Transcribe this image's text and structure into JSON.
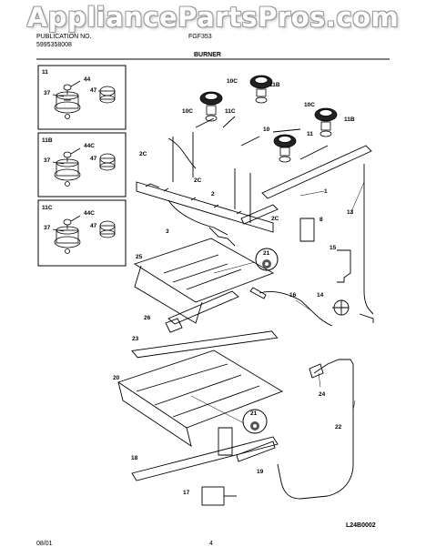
{
  "watermark": "AppliancePartsPros.com",
  "header": {
    "publication_label": "PUBLICATION NO.",
    "publication_no": "5995358008",
    "model": "FGF353",
    "section_title": "BURNER"
  },
  "inset_boxes": [
    {
      "title": "11",
      "labels": [
        "44",
        "37",
        "47"
      ]
    },
    {
      "title": "11B",
      "labels": [
        "44C",
        "37",
        "47"
      ]
    },
    {
      "title": "11C",
      "labels": [
        "44C",
        "37",
        "47"
      ]
    }
  ],
  "part_labels": {
    "p10c_a": "10C",
    "p11b_a": "11B",
    "p10c_b": "10C",
    "p11c_a": "11C",
    "p10c_c": "10C",
    "p11b_b": "11B",
    "p10": "10",
    "p11": "11",
    "p2c_a": "2C",
    "p2c_b": "2C",
    "p2c_c": "2C",
    "p2": "2",
    "p1": "1",
    "p3": "3",
    "p8": "8",
    "p13": "13",
    "p15": "15",
    "p14": "14",
    "p16": "16",
    "p21_a": "21",
    "p25": "25",
    "p26": "26",
    "p23": "23",
    "p20": "20",
    "p21_b": "21",
    "p24": "24",
    "p22": "22",
    "p18": "18",
    "p19": "19",
    "p17": "17"
  },
  "footer": {
    "date": "08/01",
    "page": "4",
    "drawing_no": "L24B0002"
  }
}
